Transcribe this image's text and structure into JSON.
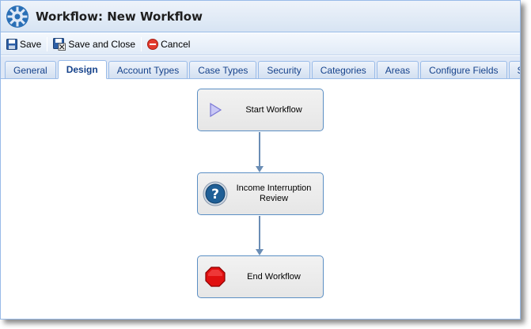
{
  "window": {
    "title": "Workflow: New Workflow",
    "title_icon": "gear-icon"
  },
  "toolbar": {
    "save_label": "Save",
    "save_close_label": "Save and Close",
    "cancel_label": "Cancel"
  },
  "tabs": [
    {
      "label": "General",
      "active": false
    },
    {
      "label": "Design",
      "active": true
    },
    {
      "label": "Account Types",
      "active": false
    },
    {
      "label": "Case Types",
      "active": false
    },
    {
      "label": "Security",
      "active": false
    },
    {
      "label": "Categories",
      "active": false
    },
    {
      "label": "Areas",
      "active": false
    },
    {
      "label": "Configure Fields",
      "active": false
    },
    {
      "label": "Solutions",
      "active": false
    }
  ],
  "workflow": {
    "nodes": [
      {
        "label": "Start Workflow",
        "icon": "play-icon"
      },
      {
        "label": "Income Interruption Review",
        "icon": "question-icon"
      },
      {
        "label": "End Workflow",
        "icon": "stop-icon"
      }
    ]
  },
  "colors": {
    "accent": "#15428b",
    "border": "#99bbe8",
    "connector": "#6a8db5",
    "stop": "#e01010"
  }
}
